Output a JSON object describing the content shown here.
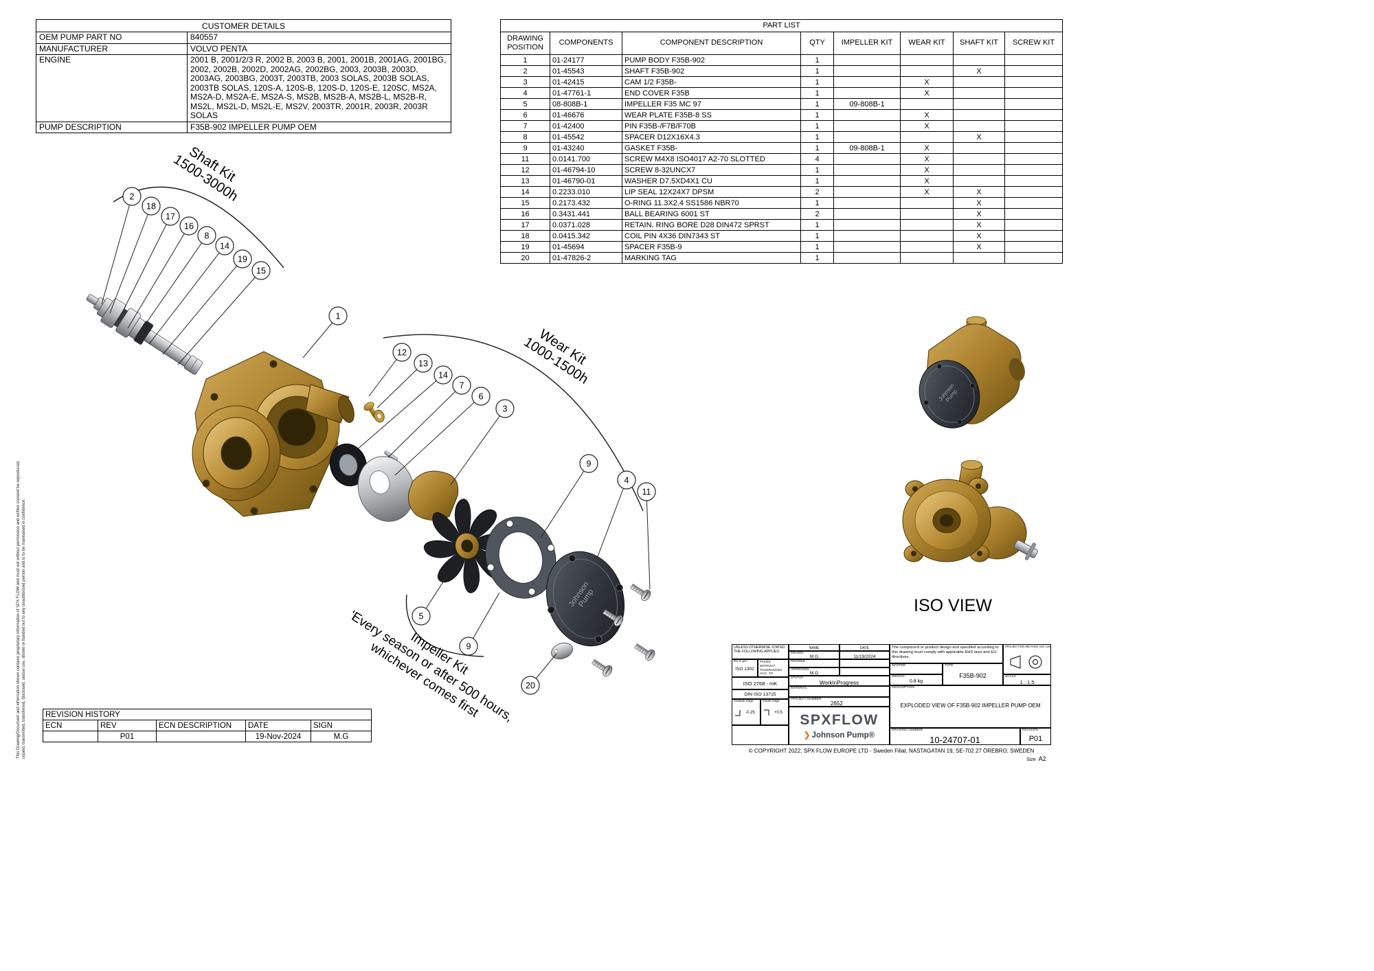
{
  "sheet": {
    "confidentiality_line1": "This Drawing/Document and information shown contains proprietary information of SPX FLOW and must not without permission and written consent be reproduced,",
    "confidentiality_line2": "copied, transmitted, transferred, disclosed, undue use, shown or handed out to any unauthorized person and is to be maintained in confidence."
  },
  "customer_details": {
    "title": "CUSTOMER DETAILS",
    "rows": [
      {
        "label": "OEM PUMP PART NO",
        "value": "840557"
      },
      {
        "label": "MANUFACTURER",
        "value": "VOLVO PENTA"
      },
      {
        "label": "ENGINE",
        "value": "2001 B, 2001/2/3 R, 2002 B, 2003 B, 2001, 2001B, 2001AG, 2001BG, 2002, 2002B, 2002D, 2002AG, 2002BG, 2003, 2003B, 2003D, 2003AG, 2003BG, 2003T, 2003TB, 2003 SOLAS, 2003B SOLAS, 2003TB SOLAS, 120S-A, 120S-B, 120S-D, 120S-E, 120SC, MS2A, MS2A-D, MS2A-E, MS2A-S, MS2B, MS2B-A, MS2B-L, MS2B-R, MS2L, MS2L-D, MS2L-E, MS2V, 2003TR, 2001R, 2003R, 2003R SOLAS"
      },
      {
        "label": "PUMP DESCRIPTION",
        "value": "F35B-902 IMPELLER PUMP OEM"
      }
    ]
  },
  "part_list": {
    "title": "PART LIST",
    "columns": [
      "DRAWING POSITION",
      "COMPONENTS",
      "COMPONENT DESCRIPTION",
      "QTY",
      "IMPELLER KIT",
      "WEAR KIT",
      "SHAFT KIT",
      "SCREW KIT"
    ],
    "rows": [
      [
        "1",
        "01-24177",
        "PUMP BODY F35B-902",
        "1",
        "",
        "",
        "",
        ""
      ],
      [
        "2",
        "01-45543",
        "SHAFT F35B-902",
        "1",
        "",
        "",
        "X",
        ""
      ],
      [
        "3",
        "01-42415",
        "CAM 1/2 F35B-",
        "1",
        "",
        "X",
        "",
        ""
      ],
      [
        "4",
        "01-47761-1",
        "END COVER F35B",
        "1",
        "",
        "X",
        "",
        ""
      ],
      [
        "5",
        "08-808B-1",
        "IMPELLER F35 MC 97",
        "1",
        "09-808B-1",
        "",
        "",
        ""
      ],
      [
        "6",
        "01-46676",
        "WEAR PLATE F35B-8 SS",
        "1",
        "",
        "X",
        "",
        ""
      ],
      [
        "7",
        "01-42400",
        "PIN F35B-/F7B/F70B",
        "1",
        "",
        "X",
        "",
        ""
      ],
      [
        "8",
        "01-45542",
        "SPACER D12X16X4.3",
        "1",
        "",
        "",
        "X",
        ""
      ],
      [
        "9",
        "01-43240",
        "GASKET F35B-",
        "1",
        "09-808B-1",
        "X",
        "",
        ""
      ],
      [
        "11",
        "0.0141.700",
        "SCREW M4X8 ISO4017 A2-70 SLOTTED",
        "4",
        "",
        "X",
        "",
        ""
      ],
      [
        "12",
        "01-46794-10",
        "SCREW 8-32UNCX7",
        "1",
        "",
        "X",
        "",
        ""
      ],
      [
        "13",
        "01-46790-01",
        "WASHER D7.5XD4X1 CU",
        "1",
        "",
        "X",
        "",
        ""
      ],
      [
        "14",
        "0.2233.010",
        "LIP SEAL 12X24X7 DPSM",
        "2",
        "",
        "X",
        "X",
        ""
      ],
      [
        "15",
        "0.2173.432",
        "O-RING 11.3X2.4 SS1586 NBR70",
        "1",
        "",
        "",
        "X",
        ""
      ],
      [
        "16",
        "0.3431.441",
        "BALL BEARING 6001 ST",
        "2",
        "",
        "",
        "X",
        ""
      ],
      [
        "17",
        "0.0371.028",
        "RETAIN. RING BORE D28 DIN472 SPRST",
        "1",
        "",
        "",
        "X",
        ""
      ],
      [
        "18",
        "0.0415.342",
        "COIL PIN 4X36 DIN7343 ST",
        "1",
        "",
        "",
        "X",
        ""
      ],
      [
        "19",
        "01-45694",
        "SPACER F35B-9",
        "1",
        "",
        "",
        "X",
        ""
      ],
      [
        "20",
        "01-47826-2",
        "MARKING TAG",
        "1",
        "",
        "",
        "",
        ""
      ]
    ]
  },
  "drawing": {
    "shaft_kit": {
      "line1": "Shaft Kit",
      "line2": "1500-3000h"
    },
    "wear_kit": {
      "line1": "Wear Kit",
      "line2": "1000-1500h"
    },
    "impeller_kit": {
      "line1": "Impeller Kit",
      "line2": "'Every season or after 500 hours,",
      "line3": "whichever comes first"
    },
    "iso_view_label": "ISO VIEW",
    "cover_line1": "Johnson",
    "cover_line2": "Pump",
    "balloons": [
      "2",
      "18",
      "17",
      "16",
      "8",
      "14",
      "19",
      "15",
      "1",
      "12",
      "13",
      "14",
      "7",
      "6",
      "3",
      "9",
      "4",
      "11",
      "5",
      "9",
      "20"
    ]
  },
  "revision_history": {
    "title": "REVISION HISTORY",
    "columns": [
      "ECN",
      "REV",
      "ECN DESCRIPTION",
      "DATE",
      "SIGN"
    ],
    "rows": [
      {
        "ecn": "",
        "rev": "P01",
        "desc": "",
        "date": "19-Nov-2024",
        "sign": "M.G"
      }
    ]
  },
  "title_block": {
    "unless_stated": "UNLESS OTHERWISE STATED THE FOLLOWING APPLIES:",
    "ra_label": "Ra in µm",
    "iso1302": "ISO 1302",
    "faces_label": "FACES WITHOUT TOLERANCES ACC. TO",
    "iso2768": "ISO 2768 - mK",
    "din": "DIN ISO 13715",
    "outside_edge_label": "Outside edge",
    "outside_edge_value": "-0.25",
    "inside_edge_label": "Inside edge",
    "inside_edge_value": "+0.5",
    "name_label": "NAME",
    "date_label": "DATE",
    "drawn_label": "DRAWN",
    "drawn_name": "M.G",
    "drawn_date": "11/19/2024",
    "revised_label": "REVISED",
    "revised_name": "",
    "approved_label": "APPROVED",
    "approved_name": "M.G",
    "status_label": "STATUS",
    "status_value": "WorkInProgress",
    "material_label": "MATERIAL",
    "project_number_label": "PROJECT NUMBER",
    "project_number": "2652",
    "compliance": "The component or product design and specified according to this drawing must comply with applicable EHS laws and EU-directives",
    "projection_label": "PROJECTION METHOD ISO 128",
    "master_label": "MASTER",
    "weight_label": "WEIGHT",
    "weight_value": "0.8 kg",
    "type_label": "TYPE",
    "type_value": "F35B-902",
    "scale_label": "SCALE",
    "scale_value": "1 : 1.5",
    "description_label": "DESCRIPTION",
    "description_value": "EXPLODED VIEW OF F35B-902 IMPELLER PUMP OEM",
    "spx_logo": "SPXFLOW",
    "johnson_logo": "Johnson Pump®",
    "drawing_number_label": "DRAWING NUMBER",
    "drawing_number": "10-24707-01",
    "revision_label": "REVISION",
    "revision_value": "P01",
    "copyright": "© COPYRIGHT 2022, SPX FLOW EUROPE LTD - Sweden Filial, NASTAGATAN 19, SE-702 27 ÖREBRO, SWEDEN",
    "size_label": "Size",
    "size_value": "A2"
  }
}
